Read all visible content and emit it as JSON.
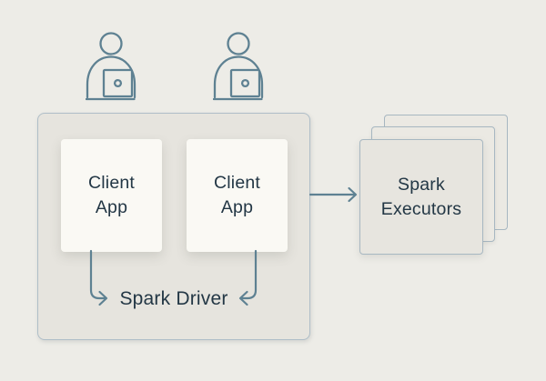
{
  "colors": {
    "background": "#EDECE7",
    "panel_fill": "#E6E4DE",
    "panel_border": "#AFBEC8",
    "card_fill": "#FAF9F4",
    "stack_fill": "#E7E5DF",
    "stack_back_fill": "#EBE9E3",
    "stack_border": "#A7B7C1",
    "accent": "#5E8192",
    "text": "#233745"
  },
  "diagram": {
    "users": {
      "icon": "person-at-laptop-icon",
      "count": 2
    },
    "driver": {
      "label": "Spark Driver",
      "client_apps": [
        {
          "label": "Client App"
        },
        {
          "label": "Client App"
        }
      ]
    },
    "executors": {
      "label": "Spark Executors",
      "stack_count": 3
    },
    "arrows": [
      {
        "name": "client-app-1-to-spark-driver",
        "direction": "down-right"
      },
      {
        "name": "client-app-2-to-spark-driver",
        "direction": "down-left"
      },
      {
        "name": "spark-driver-to-executors",
        "direction": "right"
      }
    ]
  }
}
